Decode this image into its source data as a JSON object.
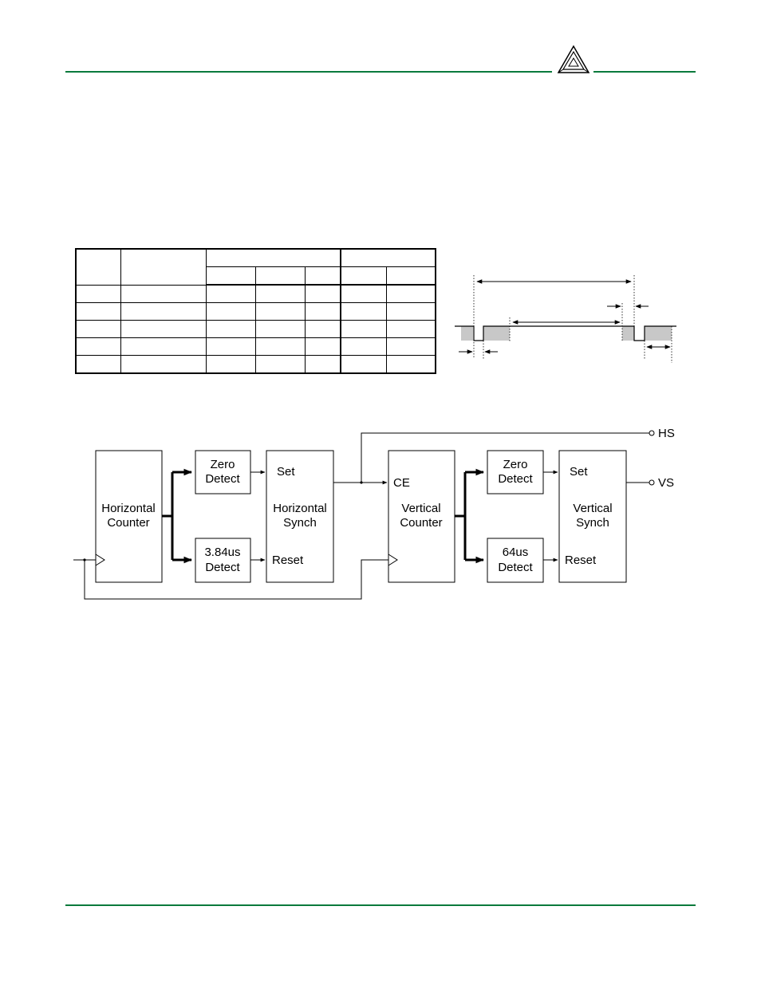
{
  "diagram": {
    "blocks": {
      "horizontal_counter": [
        "Horizontal",
        "Counter"
      ],
      "h_zero_detect": [
        "Zero",
        "Detect"
      ],
      "h_time_detect": [
        "3.84us",
        "Detect"
      ],
      "horizontal_synch": [
        "Horizontal",
        "Synch"
      ],
      "vertical_counter": [
        "Vertical",
        "Counter"
      ],
      "v_zero_detect": [
        "Zero",
        "Detect"
      ],
      "v_time_detect": [
        "64us",
        "Detect"
      ],
      "vertical_synch": [
        "Vertical",
        "Synch"
      ]
    },
    "ports": {
      "h_set": "Set",
      "h_reset": "Reset",
      "v_ce": "CE",
      "v_set": "Set",
      "v_reset": "Reset",
      "hs_output": "HS",
      "vs_output": "VS"
    }
  },
  "colors": {
    "rule_green": "#0a7a3c",
    "timing_shade": "#c8c8c8"
  }
}
